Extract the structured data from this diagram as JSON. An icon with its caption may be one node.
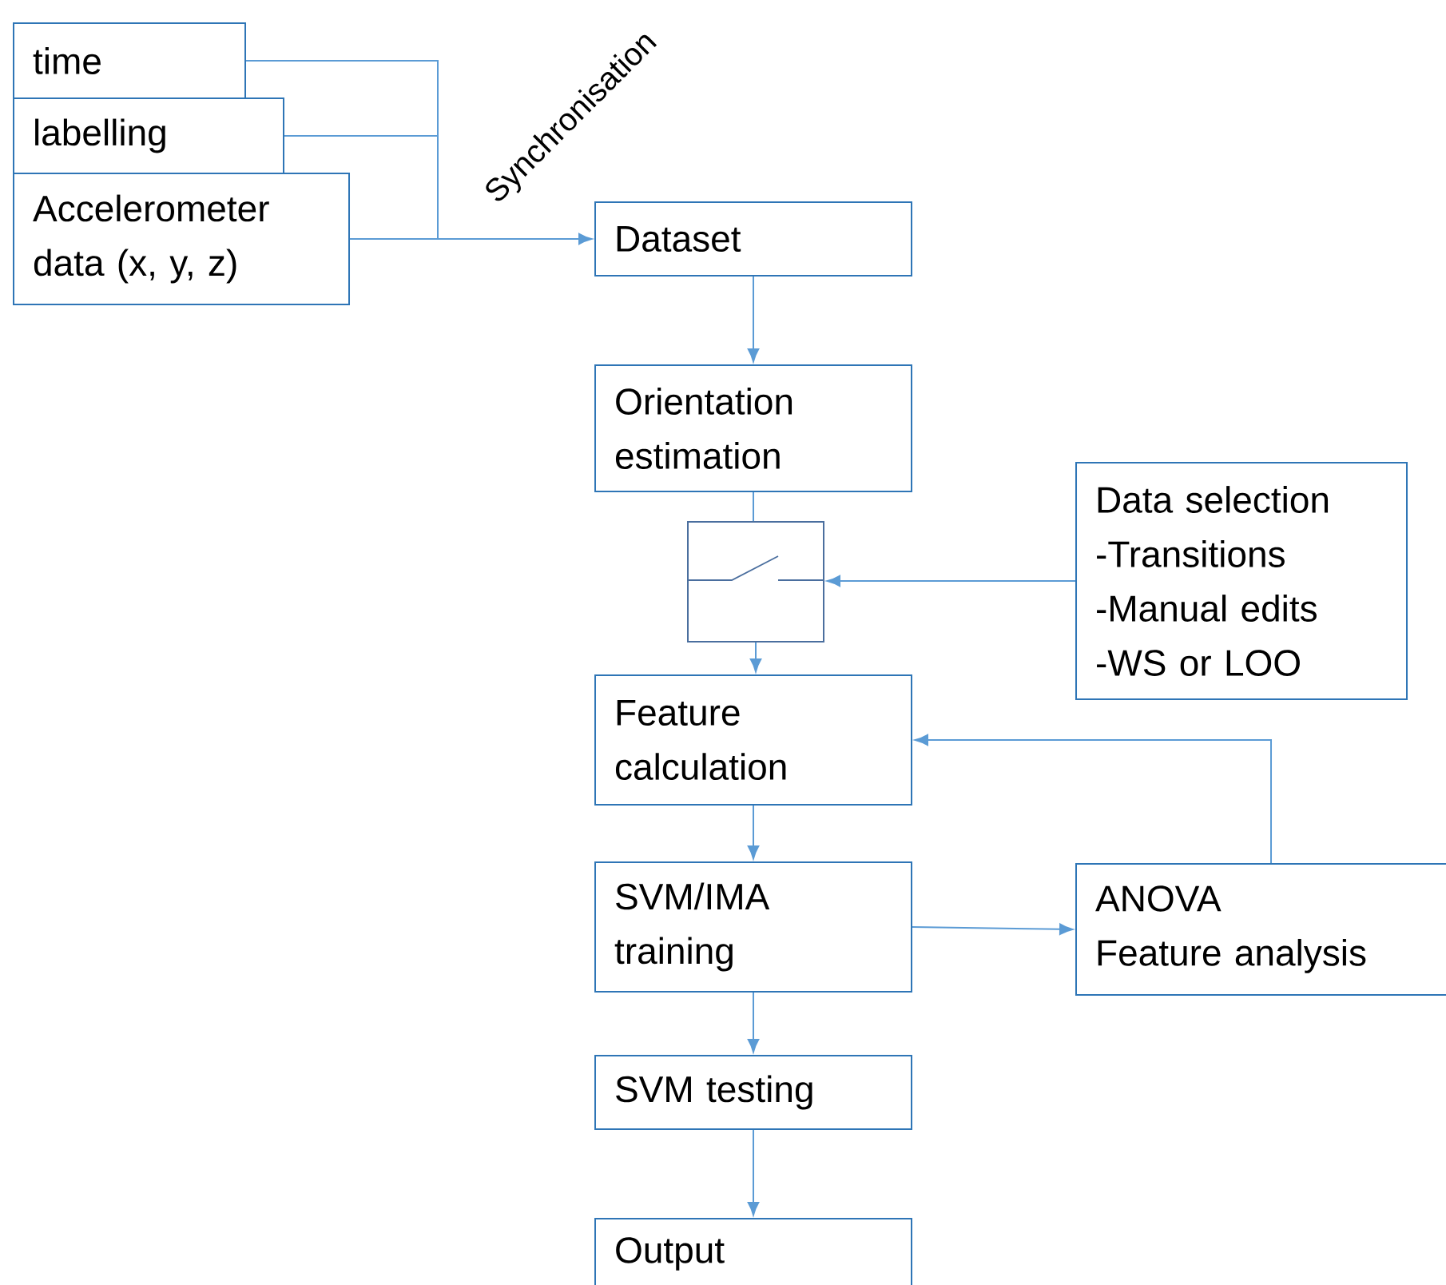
{
  "diagram": {
    "nodes": [
      {
        "text": [
          "time"
        ]
      },
      {
        "text": [
          "labelling"
        ]
      },
      {
        "text": [
          "Accelerometer data (x, y, z)"
        ]
      },
      {
        "text": [
          "Dataset"
        ]
      },
      {
        "text": [
          "Orientation estimation"
        ]
      },
      {
        "text": [],
        "shape": "box"
      },
      {
        "text": [
          "Data selection",
          "-Transitions",
          "-Manual edits",
          "-WS or LOO"
        ]
      },
      {
        "text": [
          "Feature calculation"
        ]
      },
      {
        "text": [
          "SVM/IMA training"
        ]
      },
      {
        "text": [
          "ANOVA",
          "Feature analysis"
        ]
      },
      {
        "text": [
          "SVM testing"
        ]
      },
      {
        "text": [
          "Output"
        ]
      }
    ],
    "edges": [
      {
        "from": 0,
        "to": 3,
        "arrow": "to"
      },
      {
        "from": 1,
        "to": 3,
        "arrow": "to"
      },
      {
        "from": 2,
        "to": 3,
        "arrow": "to",
        "label": "Synchronisation"
      },
      {
        "from": 3,
        "to": 4,
        "arrow": "to"
      },
      {
        "from": 4,
        "to": 5,
        "arrow": "none"
      },
      {
        "from": 5,
        "to": 7,
        "arrow": "to"
      },
      {
        "from": 6,
        "to": 5,
        "arrow": "to"
      },
      {
        "from": 7,
        "to": 8,
        "arrow": "to"
      },
      {
        "from": 8,
        "to": 9,
        "arrow": "to"
      },
      {
        "from": 9,
        "to": 7,
        "arrow": "to"
      },
      {
        "from": 8,
        "to": 10,
        "arrow": "to"
      },
      {
        "from": 10,
        "to": 11,
        "arrow": "to"
      }
    ]
  }
}
